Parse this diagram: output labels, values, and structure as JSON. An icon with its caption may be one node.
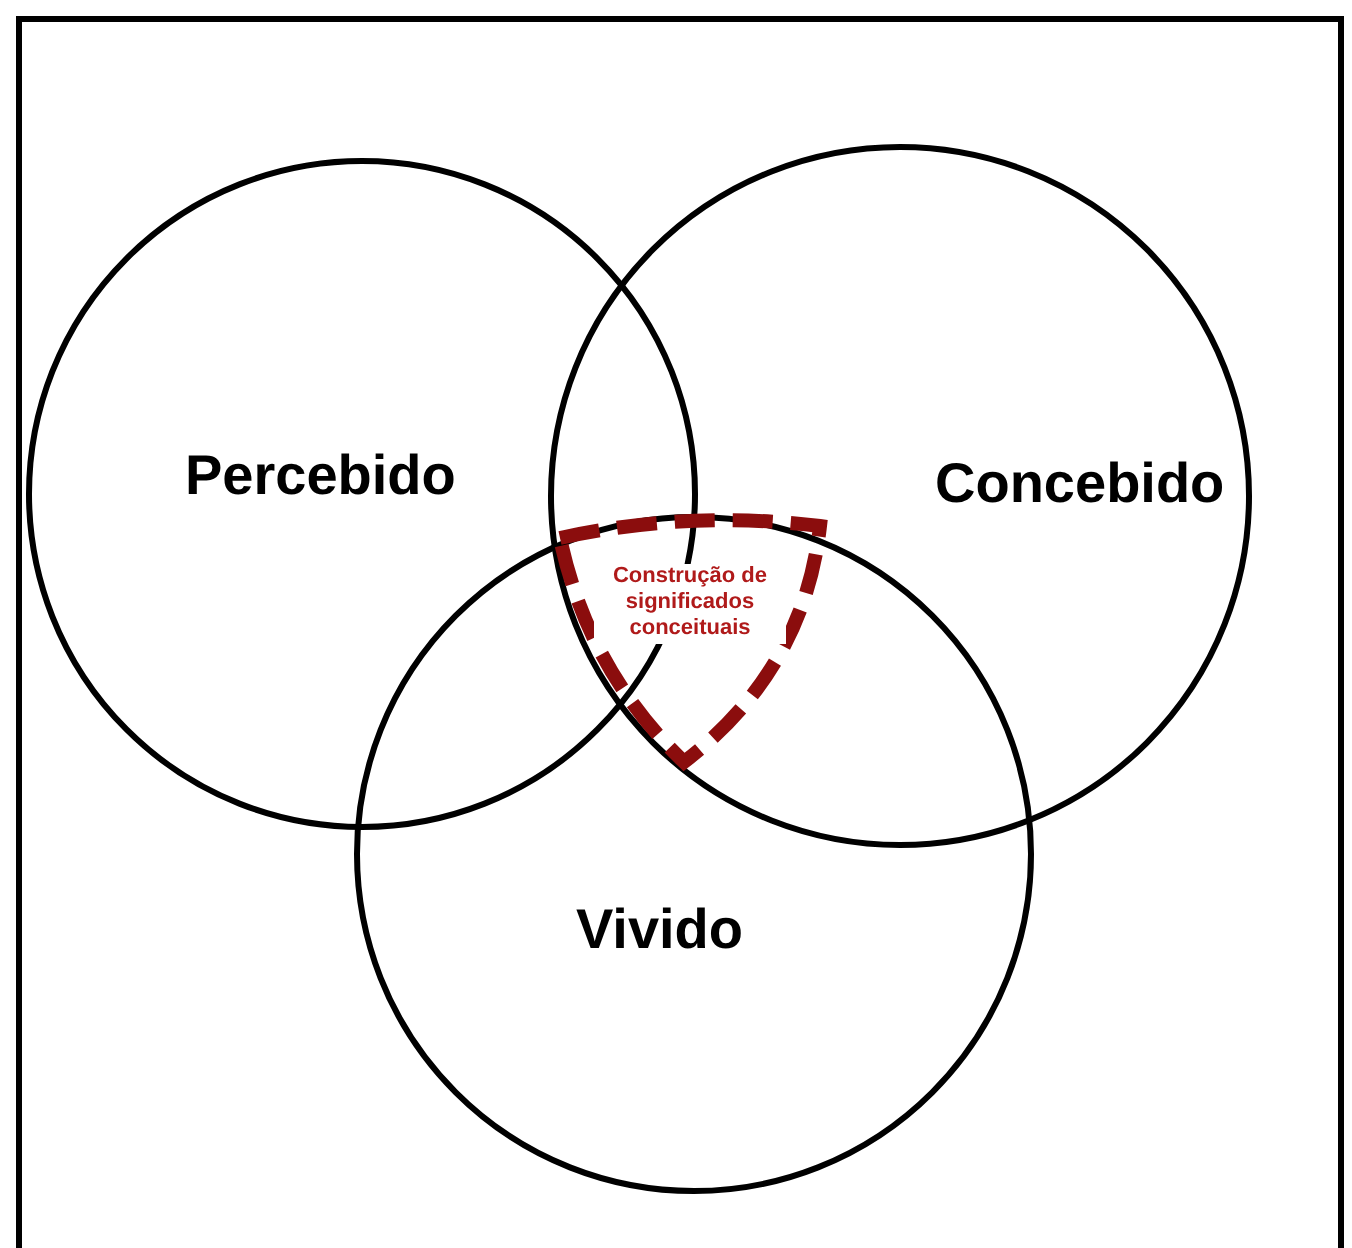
{
  "diagram": {
    "nodes": [
      {
        "text": [
          "Percebido"
        ]
      },
      {
        "text": [
          "Concebido"
        ]
      },
      {
        "text": [
          "Vivido"
        ]
      },
      {
        "text": [
          "Construção de significados conceituais"
        ]
      }
    ]
  }
}
